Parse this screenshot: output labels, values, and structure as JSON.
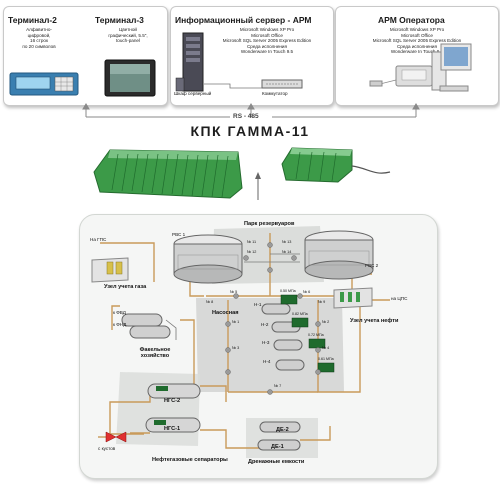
{
  "header_panels": {
    "terminal2": {
      "title": "Терминал-2",
      "desc": [
        "Алфавитно-",
        "цифровой,",
        "16 строк",
        "по 20 символов"
      ]
    },
    "terminal3": {
      "title": "Терминал-3",
      "desc": [
        "Цветной",
        "графический, 5.5\",",
        "touch-panel"
      ]
    },
    "info_server": {
      "title": "Информационный сервер - АРМ",
      "desc": [
        "Microsoft Windows XP Pro",
        "Microsoft Office",
        "Microsoft SQL Server 2005 Express Edition",
        "Среда исполнения",
        "Wonderware In Touch 9.5"
      ],
      "rack_label": "Шкаф серверный",
      "switch_label": "Коммутатор"
    },
    "operator": {
      "title": "АРМ Оператора",
      "desc": [
        "Microsoft Windows XP Pro",
        "Microsoft Office",
        "Microsoft SQL Server 2005 Express Edition",
        "Среда исполнения",
        "Wonderware In Touch 9.5"
      ]
    }
  },
  "bus_label": "RS - 485",
  "main_title": "КПК ГАММА-11",
  "scheme": {
    "to_gps": "На ГПС",
    "gas_meter": "Узел учета газа",
    "rvs1": "РВС 1",
    "rvs2": "РВС 2",
    "tank_park": "Парк резервуаров",
    "to_cps": "на ЦПС",
    "oil_meter": "Узел учета нефти",
    "pump_station": "Насосная",
    "flare_line1": "к ФВД",
    "flare_line2": "к ФНД",
    "flare_farm": "Факельное хозяйство",
    "ngs2": "НГС-2",
    "ngs1": "НГС-1",
    "de2": "ДЕ-2",
    "de1": "ДЕ-1",
    "from_wells": "с кустов",
    "separators": "Нефтегазовые сепараторы",
    "drain_tanks": "Дренажные емкости",
    "pump_names": [
      "Н-1",
      "Н-2",
      "Н-3",
      "Н-4"
    ],
    "pressure_readings": [
      "0.50 МПа",
      "0.82 МПа",
      "0.72 МПа",
      "0.61 МПа"
    ],
    "valve_labels": [
      "№ 11",
      "№ 12",
      "№ 13",
      "№ 14",
      "№ 5",
      "№ 6",
      "№ 8",
      "№ 9",
      "№ 1",
      "№ 2",
      "№ 3",
      "№ 4",
      "№ 7"
    ]
  },
  "colors": {
    "diagram_bg": "#f5f6f5",
    "pipe": "#c99a5a",
    "process_zone": "#d6d8d6",
    "module_green": "#3c9a48",
    "display_green": "#1f6b2d"
  }
}
